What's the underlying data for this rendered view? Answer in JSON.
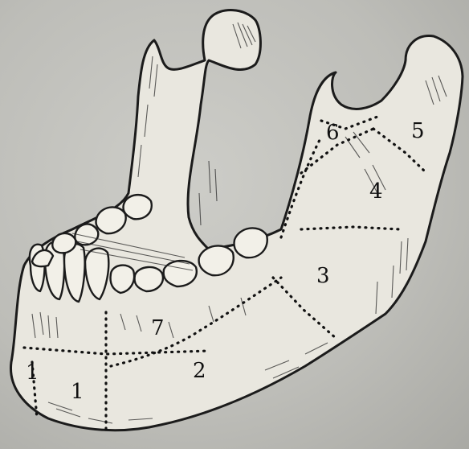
{
  "diagram": {
    "subject": "mandible-zones",
    "zone_labels": [
      {
        "id": "z1a",
        "text": "1"
      },
      {
        "id": "z1b",
        "text": "1"
      },
      {
        "id": "z2",
        "text": "2"
      },
      {
        "id": "z3",
        "text": "3"
      },
      {
        "id": "z4",
        "text": "4"
      },
      {
        "id": "z5",
        "text": "5"
      },
      {
        "id": "z6",
        "text": "6"
      },
      {
        "id": "z7",
        "text": "7"
      }
    ]
  }
}
